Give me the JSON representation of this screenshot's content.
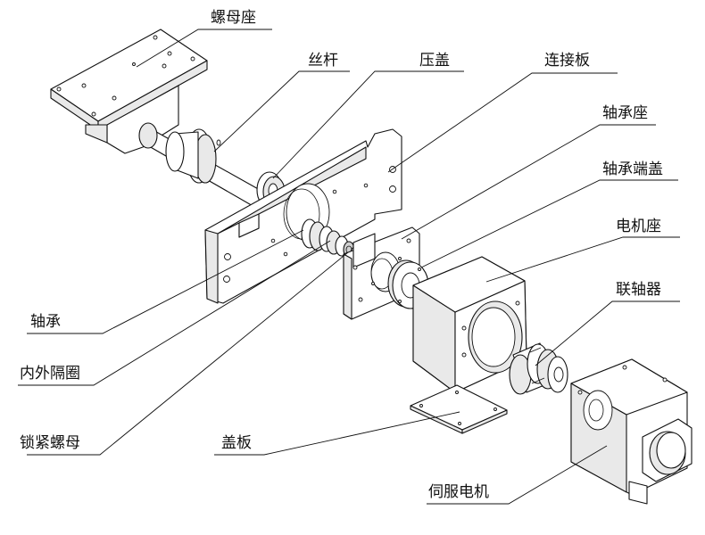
{
  "labels": {
    "nut_seat": "螺母座",
    "lead_screw": "丝杆",
    "gland": "压盖",
    "connecting_plate": "连接板",
    "bearing_seat": "轴承座",
    "bearing_end_cap": "轴承端盖",
    "motor_seat": "电机座",
    "coupling": "联轴器",
    "bearing": "轴承",
    "inner_outer_spacer": "内外隔圈",
    "lock_nut": "锁紧螺母",
    "cover_plate": "盖板",
    "servo_motor": "伺服电机"
  }
}
